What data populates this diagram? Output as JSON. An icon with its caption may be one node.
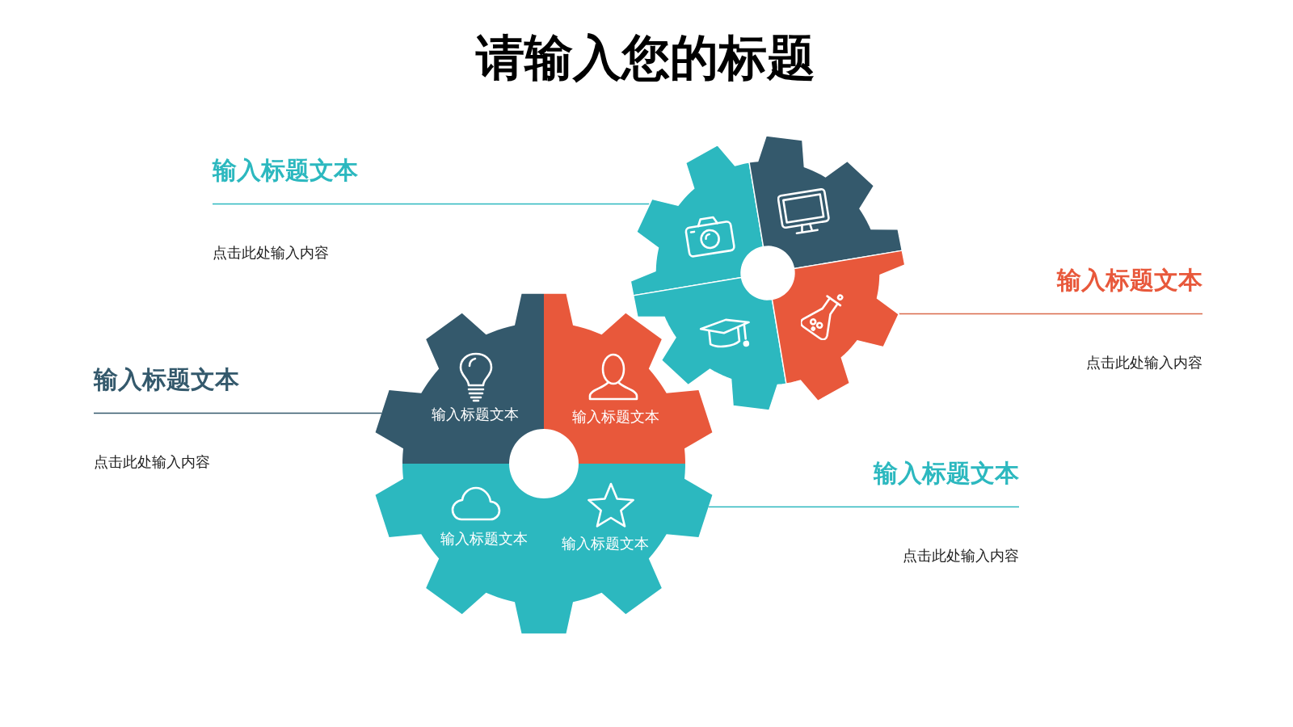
{
  "diagram": {
    "title": "请输入您的标题",
    "nodes": [
      {
        "text": [
          "输入标题文本",
          "点击此处输入内容"
        ]
      },
      {
        "text": [],
        "shape": "sector"
      },
      {
        "text": [],
        "shape": "sector"
      },
      {
        "text": [],
        "shape": "sector"
      },
      {
        "text": [],
        "shape": "sector"
      },
      {
        "text": [
          "输入标题文本",
          "点击此处输入内容"
        ]
      },
      {
        "text": [
          "输入标题文本",
          "点击此处输入内容"
        ]
      },
      {
        "text": [
          "输入标题文本"
        ]
      },
      {
        "text": [
          "输入标题文本"
        ]
      },
      {
        "text": [
          "输入标题文本"
        ]
      },
      {
        "text": [
          "输入标题文本"
        ]
      },
      {
        "text": [
          "输入标题文本",
          "点击此处输入内容"
        ]
      }
    ],
    "edges": [
      {
        "from": 0,
        "to": 1,
        "arrow": "none"
      },
      {
        "from": 5,
        "to": 4,
        "arrow": "none",
        "color": "#d9694a"
      },
      {
        "from": 6,
        "to": 7,
        "arrow": "none",
        "color": "#34596c"
      },
      {
        "from": 11,
        "to": 10,
        "arrow": "none"
      }
    ]
  }
}
